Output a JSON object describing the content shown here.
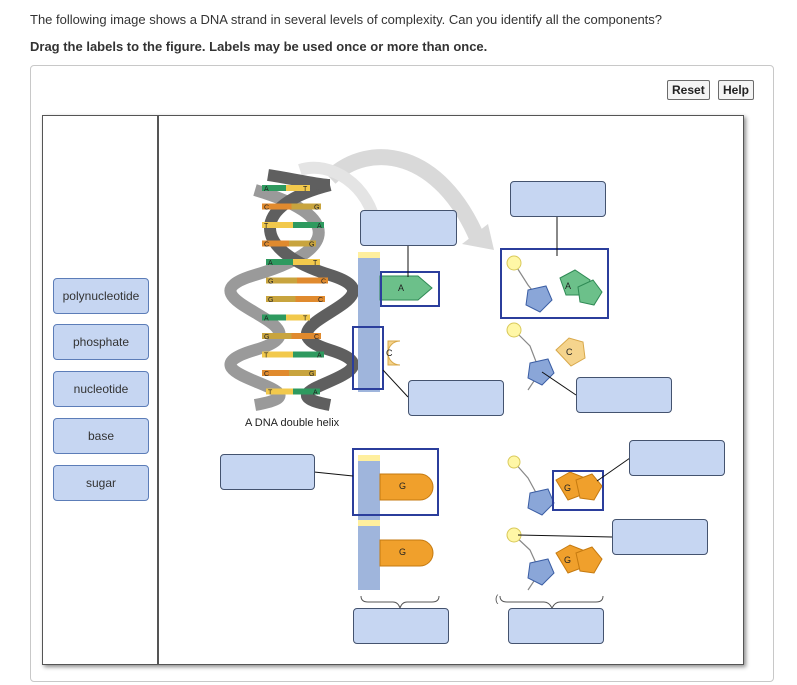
{
  "question": "The following image shows a DNA strand in several levels of complexity. Can you identify all the components?",
  "instructions": "Drag the labels to the figure. Labels may be used once or more than once.",
  "toolbar": {
    "reset_label": "Reset",
    "help_label": "Help"
  },
  "labels": [
    "polynucleotide",
    "phosphate",
    "nucleotide",
    "base",
    "sugar"
  ],
  "figure": {
    "caption": "A DNA double helix",
    "helix_pairs": [
      "A-T",
      "C-G",
      "T-A",
      "C-G",
      "A-T",
      "G-C",
      "G-C",
      "A-T",
      "G-C",
      "T-A",
      "C-G",
      "T-A"
    ],
    "base_letters": [
      "A",
      "C",
      "G",
      "G",
      "A",
      "C",
      "G",
      "G"
    ]
  },
  "colors": {
    "label_fill": "#c6d6f2",
    "label_border": "#5c7db8",
    "highlight_box": "#2b3e9c",
    "backbone": "#9fb5dc",
    "connector": "#ffef9e"
  }
}
